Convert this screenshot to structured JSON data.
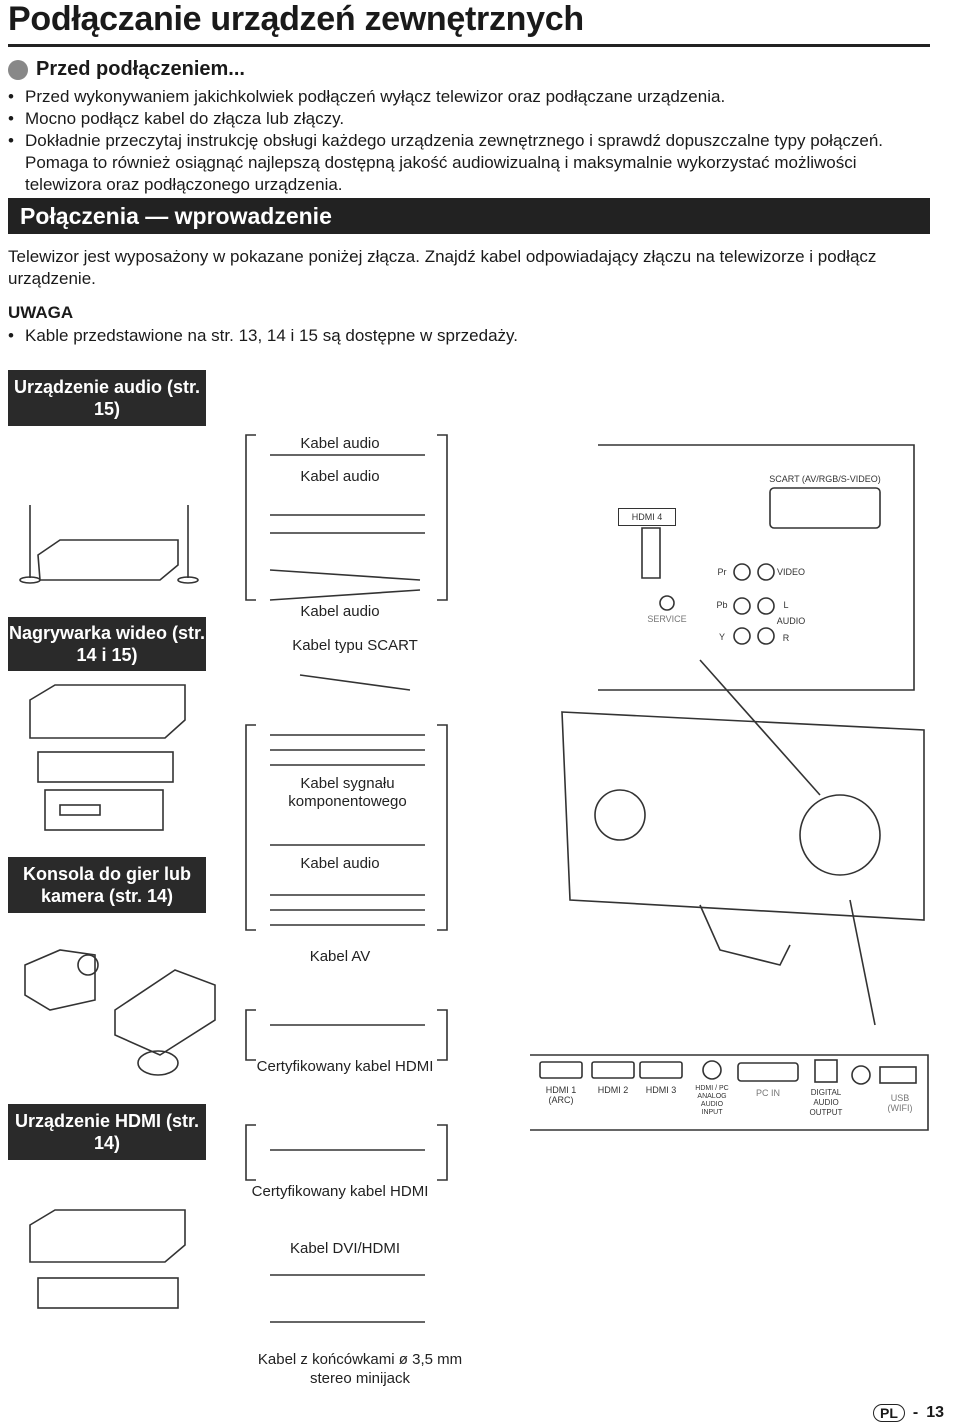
{
  "title": "Podłączanie urządzeń zewnętrznych",
  "before": {
    "heading": "Przed podłączeniem...",
    "bullets": [
      "Przed wykonywaniem jakichkolwiek podłączeń wyłącz telewizor oraz podłączane urządzenia.",
      "Mocno podłącz kabel do złącza lub złączy.",
      "Dokładnie przeczytaj instrukcję obsługi każdego urządzenia zewnętrznego i sprawdź dopuszczalne typy połączeń. Pomaga to również osiągnąć najlepszą dostępną jakość audiowizualną i maksymalnie wykorzystać możliwości telewizora oraz podłączonego urządzenia."
    ]
  },
  "section": {
    "heading": "Połączenia — wprowadzenie",
    "intro": "Telewizor jest wyposażony w pokazane poniżej złącza. Znajdź kabel odpowiadający złączu na telewizorze i podłącz urządzenie.",
    "note_heading": "UWAGA",
    "note_item": "Kable przedstawione na str. 13, 14 i 15 są dostępne w sprzedaży."
  },
  "categories": {
    "audio": "Urządzenie audio (str. 15)",
    "video_recorder": "Nagrywarka wideo (str. 14 i 15)",
    "console": "Konsola do gier lub kamera (str. 14)",
    "hdmi_device": "Urządzenie HDMI (str. 14)"
  },
  "cables": {
    "audio1": "Kabel audio",
    "audio2": "Kabel audio",
    "audio3": "Kabel audio",
    "scart": "Kabel typu SCART",
    "component": "Kabel sygnału komponentowego",
    "audio4": "Kabel audio",
    "av": "Kabel AV",
    "hdmi1": "Certyfikowany kabel HDMI",
    "hdmi2": "Certyfikowany kabel HDMI",
    "dvi": "Kabel DVI/HDMI",
    "minijack": "Kabel z końcówkami ø 3,5 mm stereo minijack"
  },
  "ports": {
    "scart": "SCART (AV/RGB/S-VIDEO)",
    "hdmi4": "HDMI 4",
    "pr": "Pr",
    "video": "VIDEO",
    "pb": "Pb",
    "y": "Y",
    "l": "L",
    "audio": "AUDIO",
    "r": "R",
    "service": "SERVICE",
    "hdmi1": "HDMI 1 (ARC)",
    "hdmi2": "HDMI 2",
    "hdmi3": "HDMI 3",
    "hdmi_pc_audio": "HDMI / PC ANALOG AUDIO INPUT",
    "pc_in": "PC IN",
    "digital_audio": "DIGITAL AUDIO OUTPUT",
    "usb": "USB (WIFI)"
  },
  "footer": {
    "lang": "PL",
    "page": "13"
  },
  "icons": [
    "circle-bullet-icon",
    "hdmi-port-icon",
    "scart-port-icon",
    "headphone-icon",
    "rca-jack-icon"
  ]
}
